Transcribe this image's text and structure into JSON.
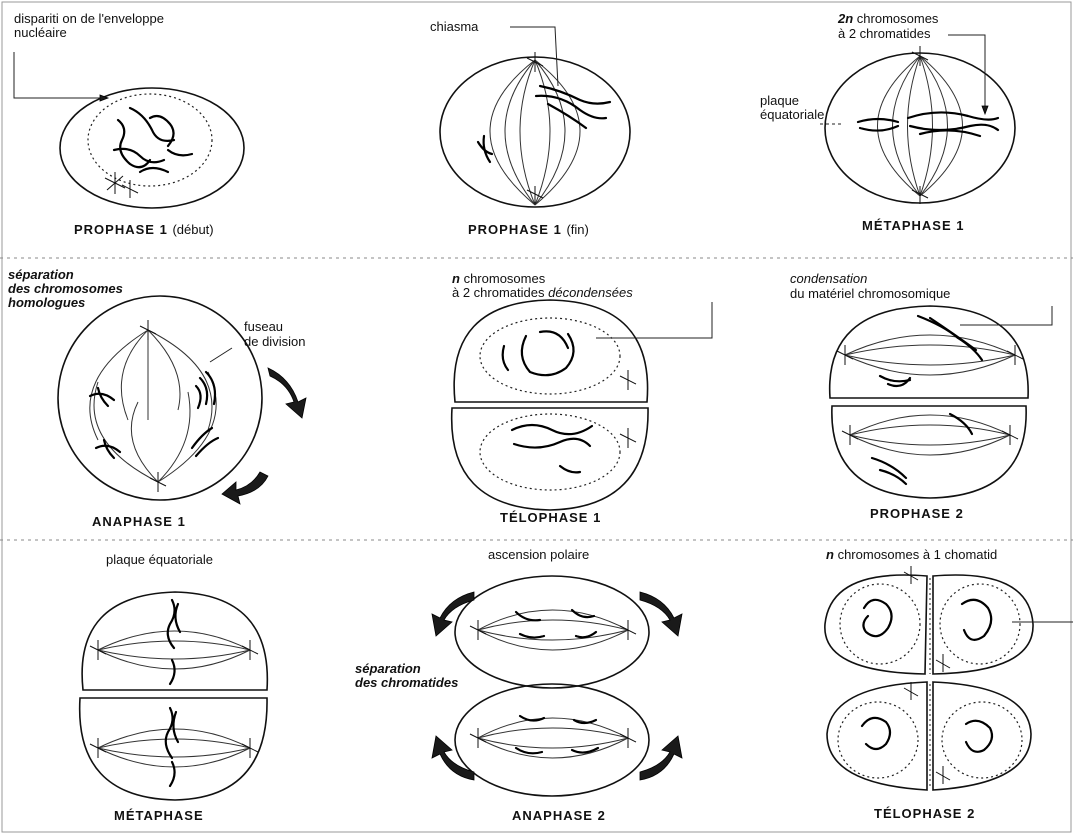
{
  "panels": [
    {
      "caption": "PROPHASE 1",
      "caption_sub": "(début)",
      "labels": [
        "dispariti on de l'enveloppe",
        "nucléaire"
      ]
    },
    {
      "caption": "PROPHASE 1",
      "caption_sub": "(fin)",
      "labels": [
        "chiasma"
      ]
    },
    {
      "caption": "MÉTAPHASE 1",
      "caption_sub": "",
      "labels": [
        "2n",
        "chromosomes",
        "à 2 chromatides",
        "plaque",
        "équatoriale"
      ]
    },
    {
      "caption": "ANAPHASE 1",
      "caption_sub": "",
      "labels": [
        "séparation",
        "des chromosomes",
        "homologues",
        "fuseau",
        "de division"
      ]
    },
    {
      "caption": "TÉLOPHASE 1",
      "caption_sub": "",
      "labels": [
        "n",
        "chromosomes",
        "à 2 chromatides",
        "décondensées"
      ]
    },
    {
      "caption": "PROPHASE 2",
      "caption_sub": "",
      "labels": [
        "condensation",
        "du matériel chromosomique"
      ]
    },
    {
      "caption": "MÉTAPHASE",
      "caption_sub": "",
      "labels": [
        "plaque équatoriale"
      ]
    },
    {
      "caption": "ANAPHASE 2",
      "caption_sub": "",
      "labels": [
        "ascension polaire",
        "séparation",
        "des chromatides"
      ]
    },
    {
      "caption": "TÉLOPHASE 2",
      "caption_sub": "",
      "labels": [
        "n",
        "chromosomes à 1 chomatid"
      ]
    }
  ]
}
